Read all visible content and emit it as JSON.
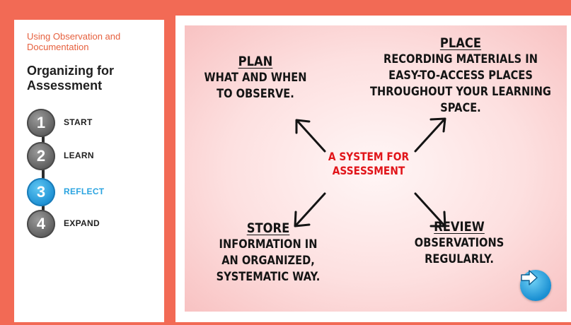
{
  "sidebar": {
    "course_title": "Using Observation and Documentation",
    "section_title": "Organizing for Assessment",
    "steps": [
      {
        "number": "1",
        "label": "START"
      },
      {
        "number": "2",
        "label": "LEARN"
      },
      {
        "number": "3",
        "label": "REFLECT"
      },
      {
        "number": "4",
        "label": "EXPAND"
      }
    ],
    "active_step": 3
  },
  "board": {
    "center": "A SYSTEM FOR ASSESSMENT",
    "plan": {
      "heading": "PLAN",
      "body": "WHAT AND WHEN TO OBSERVE."
    },
    "place": {
      "heading": "PLACE",
      "body": "RECORDING MATERIALS IN EASY-TO-ACCESS PLACES THROUGHOUT YOUR LEARNING SPACE."
    },
    "store": {
      "heading": "STORE",
      "body": "INFORMATION IN AN ORGANIZED, SYSTEMATIC WAY."
    },
    "review": {
      "heading": "REVIEW",
      "body": "OBSERVATIONS REGULARLY."
    }
  },
  "next_button": {
    "icon": "arrow-right-icon"
  },
  "colors": {
    "frame": "#f26a55",
    "accent": "#e6603e",
    "active": "#2aa3e0",
    "center_text": "#e1151a"
  }
}
